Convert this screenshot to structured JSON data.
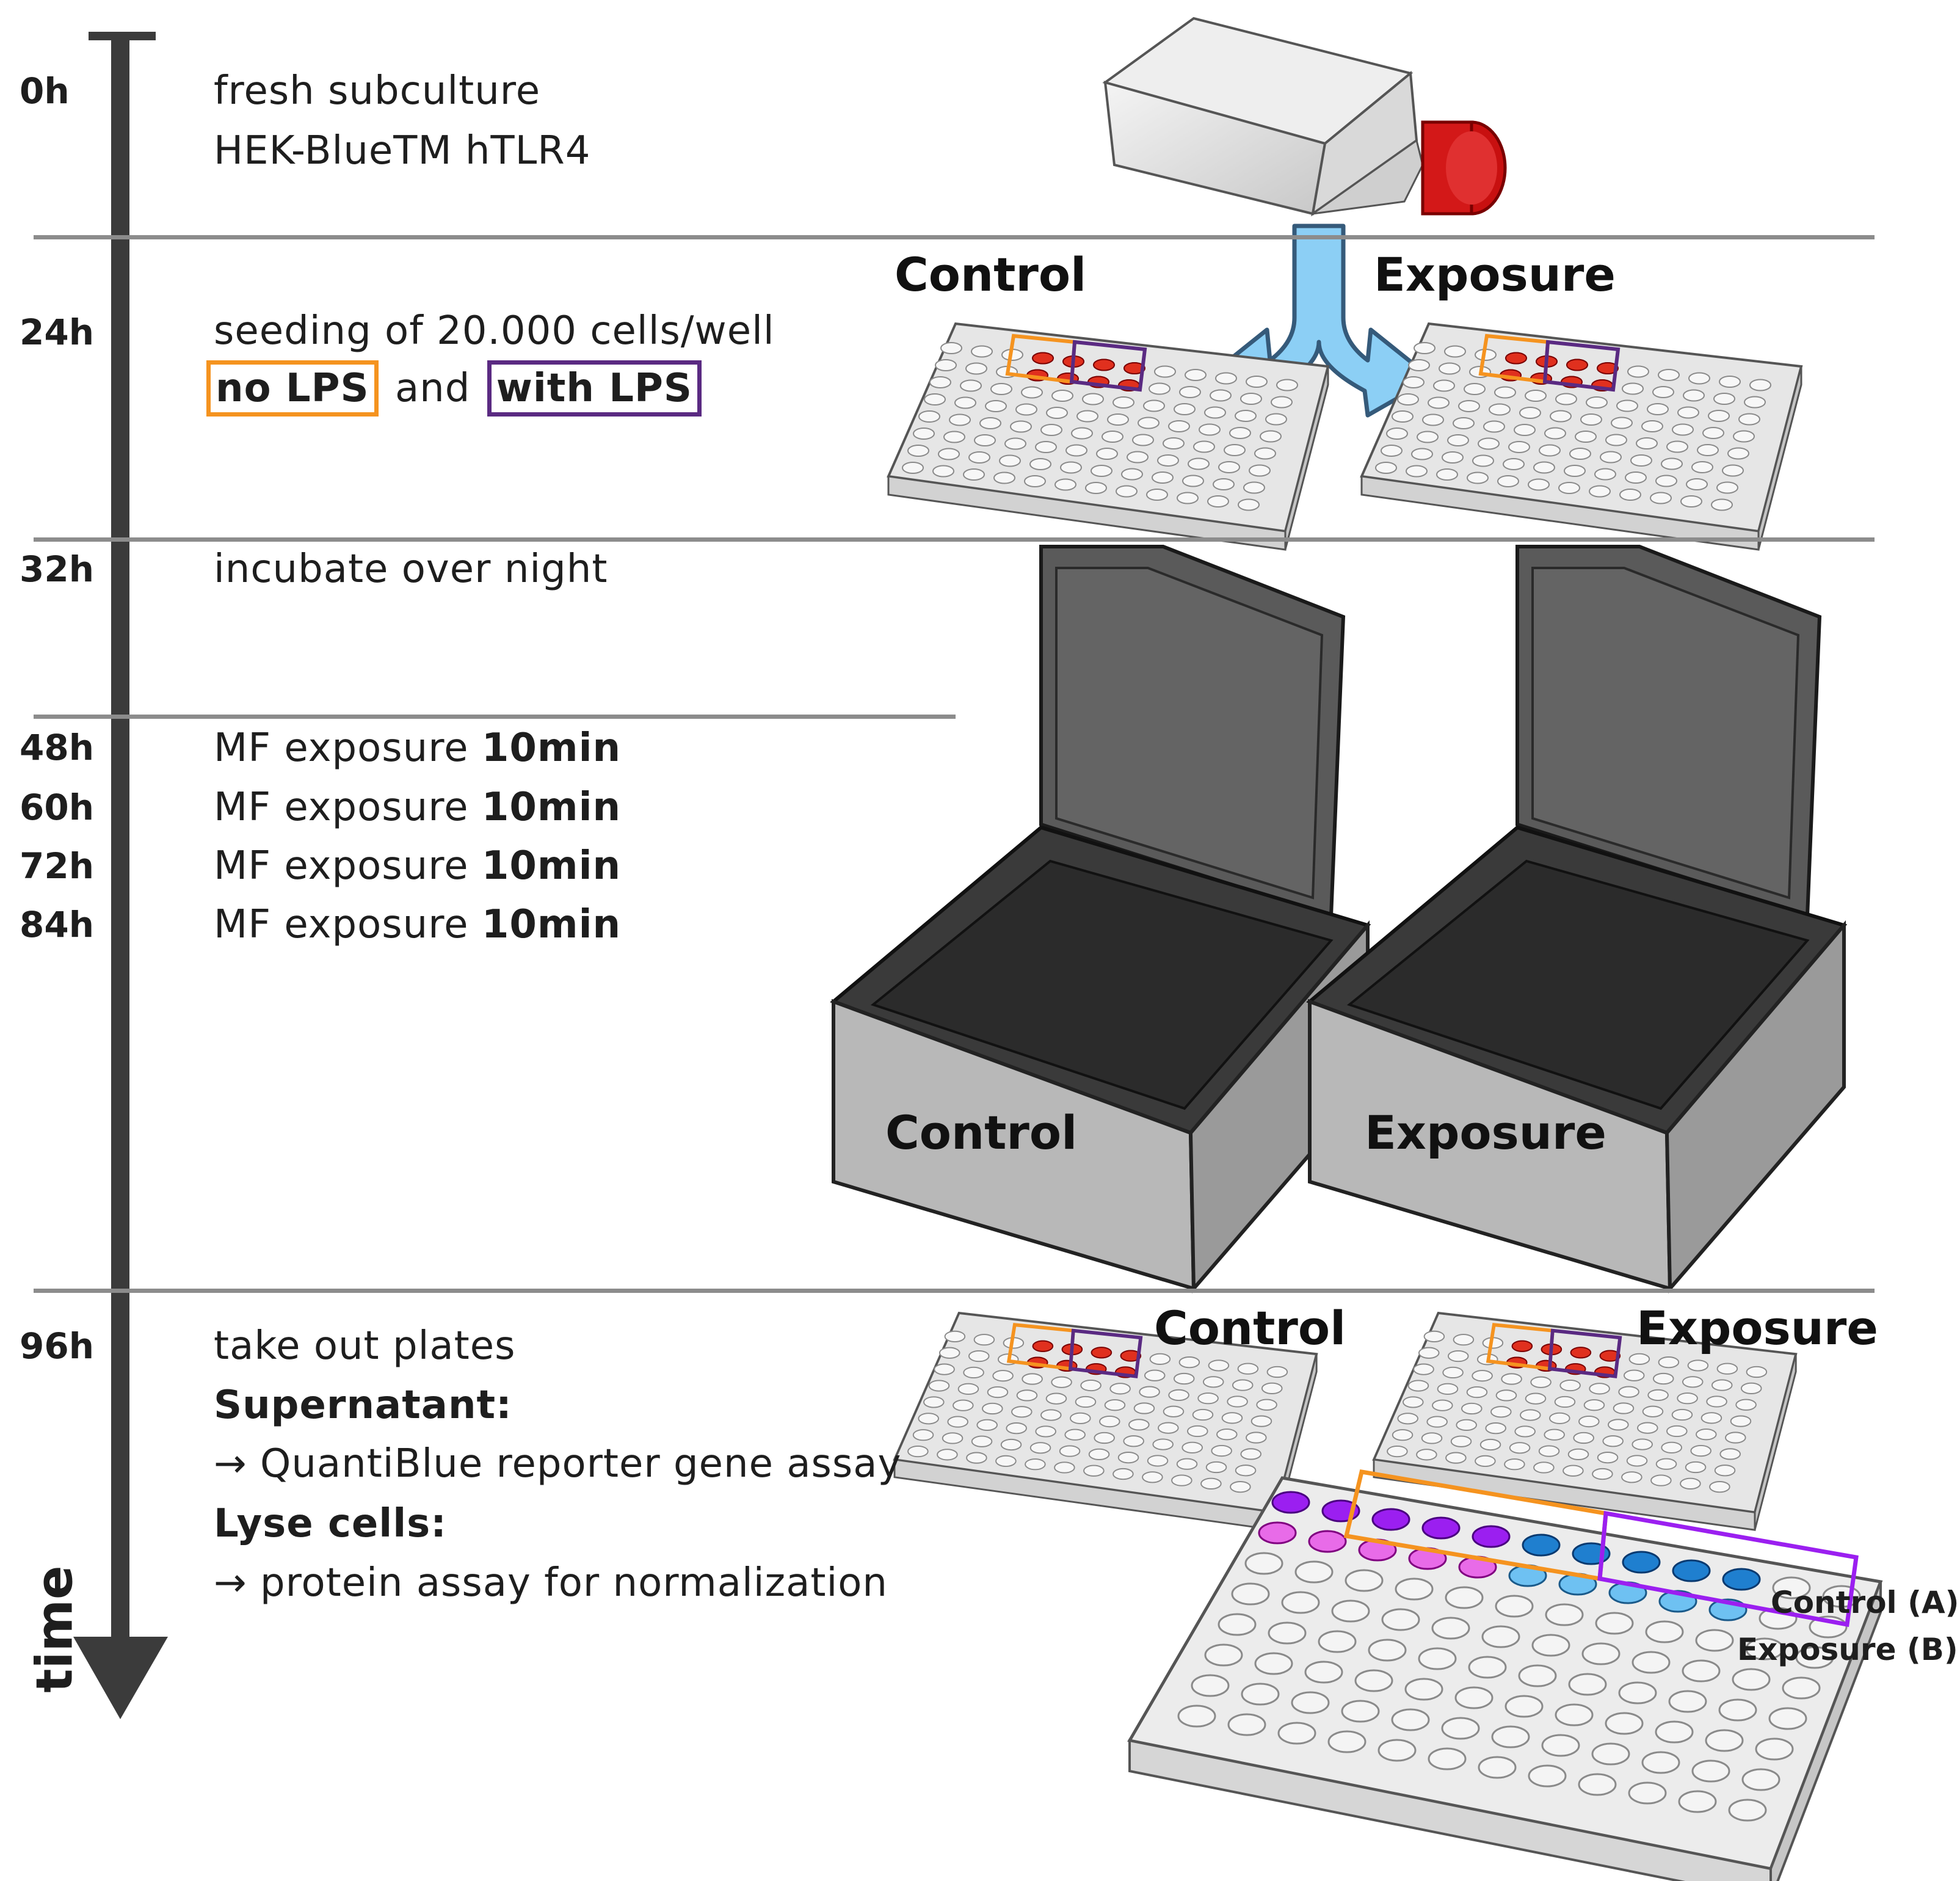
{
  "timeline": {
    "axis_label": "time",
    "rows": [
      {
        "time": "0h",
        "lines": [
          "fresh subculture",
          "HEK-BlueTM hTLR4"
        ]
      },
      {
        "time": "24h",
        "lines": [
          "seeding of 20.000 cells/well"
        ],
        "no_lps": "no LPS",
        "and": "and",
        "with_lps": "with LPS"
      },
      {
        "time": "32h",
        "lines": [
          "incubate over night"
        ]
      },
      {
        "time": "48h",
        "text": "MF exposure",
        "dur": "10min"
      },
      {
        "time": "60h",
        "text": "MF exposure",
        "dur": "10min"
      },
      {
        "time": "72h",
        "text": "MF exposure",
        "dur": "10min"
      },
      {
        "time": "84h",
        "text": "MF exposure",
        "dur": "10min"
      },
      {
        "time": "96h",
        "lines": [
          "take out plates"
        ]
      }
    ],
    "final": {
      "supernatant": "Supernatant:",
      "quanti": "→ QuantiBlue reporter gene assay",
      "lyse": "Lyse cells:",
      "protein": "→ protein assay for normalization"
    }
  },
  "labels": {
    "control": "Control",
    "exposure": "Exposure",
    "control_a": "Control (A)",
    "exposure_b": "Exposure (B)"
  },
  "colors": {
    "orange": "#f5931f",
    "purple": "#5a2a82",
    "red_well": "#e0301e",
    "arrow_blue": "#7fc4f0",
    "magenta_well": "#e86be8",
    "violet_well": "#9b1ff0",
    "blue_well": "#1f7fcf",
    "light_blue_well": "#6ec1f2"
  }
}
